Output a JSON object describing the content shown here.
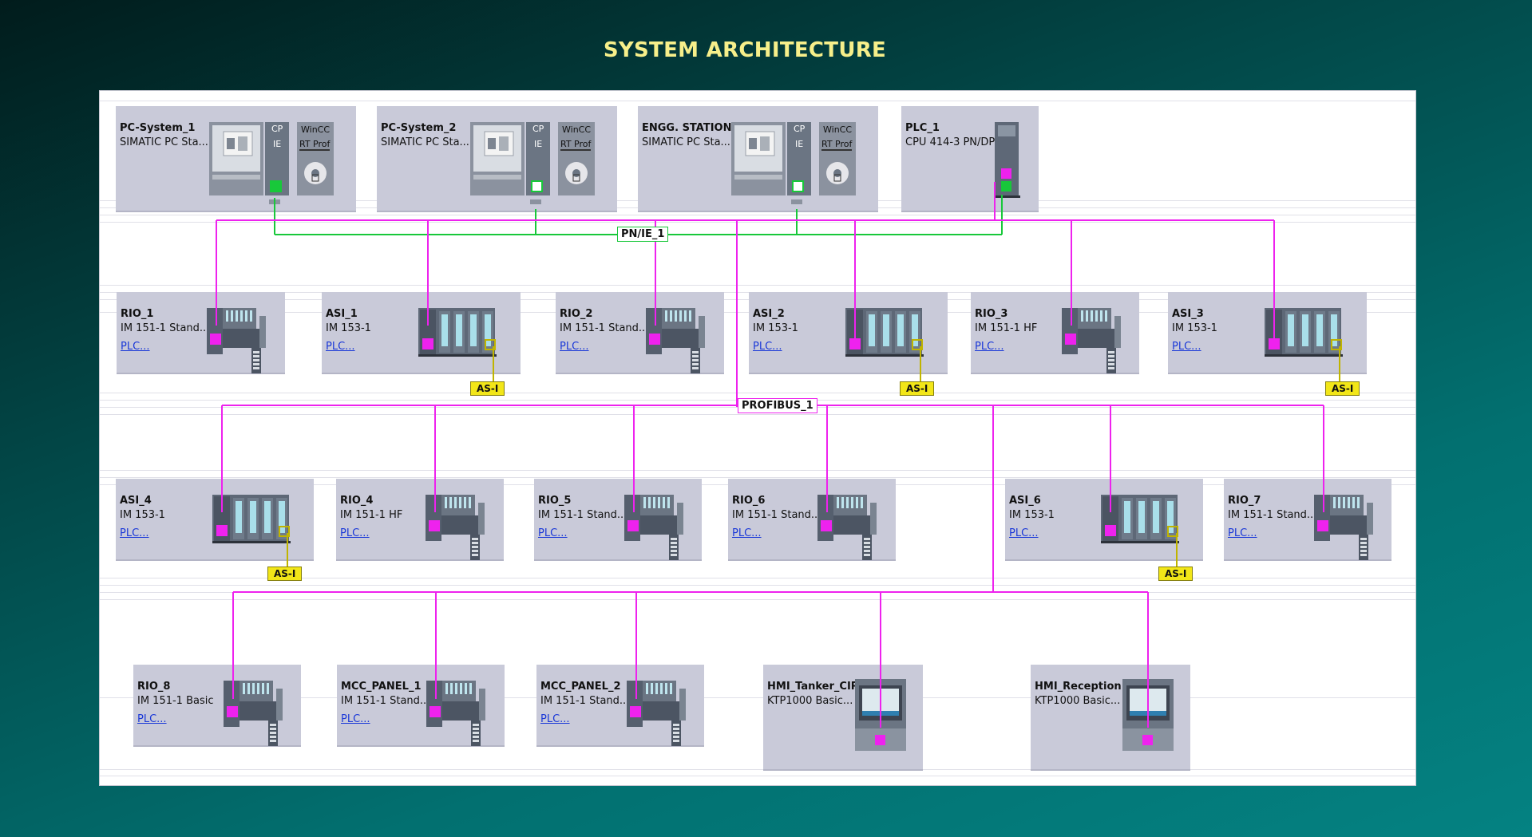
{
  "title": "SYSTEM ARCHITECTURE",
  "networks": {
    "profinet": "PN/IE_1",
    "profibus": "PROFIBUS_1"
  },
  "asi_label": "AS-I",
  "colors": {
    "profinet": "#18c83a",
    "profibus": "#ee22ee",
    "asi": "#c0b400",
    "box": "#c9cad9",
    "module": "#5e6877",
    "link": "#1a38d8"
  },
  "stations": [
    {
      "id": "pc1",
      "name": "PC-System_1",
      "type": "SIMATIC PC Sta...",
      "kind": "pc",
      "cp": "CP",
      "ie": "IE",
      "wincc": "WinCC",
      "rt": "RT Prof"
    },
    {
      "id": "pc2",
      "name": "PC-System_2",
      "type": "SIMATIC PC Sta...",
      "kind": "pc",
      "cp": "CP",
      "ie": "IE",
      "wincc": "WinCC",
      "rt": "RT Prof"
    },
    {
      "id": "engg",
      "name": "ENGG. STATION",
      "type": "SIMATIC PC Sta...",
      "kind": "pc",
      "cp": "CP",
      "ie": "IE",
      "wincc": "WinCC",
      "rt": "RT Prof"
    },
    {
      "id": "plc1",
      "name": "PLC_1",
      "type": "CPU 414-3 PN/DP",
      "kind": "plc"
    }
  ],
  "devices": [
    {
      "id": "rio1",
      "name": "RIO_1",
      "type": "IM 151-1 Stand...",
      "link": "PLC...",
      "kind": "rio"
    },
    {
      "id": "asi1",
      "name": "ASI_1",
      "type": "IM 153-1",
      "link": "PLC...",
      "kind": "asi"
    },
    {
      "id": "rio2",
      "name": "RIO_2",
      "type": "IM 151-1 Stand...",
      "link": "PLC...",
      "kind": "rio"
    },
    {
      "id": "asi2",
      "name": "ASI_2",
      "type": "IM 153-1",
      "link": "PLC...",
      "kind": "asi"
    },
    {
      "id": "rio3",
      "name": "RIO_3",
      "type": "IM 151-1 HF",
      "link": "PLC...",
      "kind": "rio"
    },
    {
      "id": "asi3",
      "name": "ASI_3",
      "type": "IM 153-1",
      "link": "PLC...",
      "kind": "asi"
    },
    {
      "id": "asi4",
      "name": "ASI_4",
      "type": "IM 153-1",
      "link": "PLC...",
      "kind": "asi"
    },
    {
      "id": "rio4",
      "name": "RIO_4",
      "type": "IM 151-1 HF",
      "link": "PLC...",
      "kind": "rio"
    },
    {
      "id": "rio5",
      "name": "RIO_5",
      "type": "IM 151-1 Stand...",
      "link": "PLC...",
      "kind": "rio"
    },
    {
      "id": "rio6",
      "name": "RIO_6",
      "type": "IM 151-1 Stand...",
      "link": "PLC...",
      "kind": "rio"
    },
    {
      "id": "asi6",
      "name": "ASI_6",
      "type": "IM 153-1",
      "link": "PLC...",
      "kind": "asi"
    },
    {
      "id": "rio7",
      "name": "RIO_7",
      "type": "IM 151-1 Stand...",
      "link": "PLC...",
      "kind": "rio"
    },
    {
      "id": "rio8",
      "name": "RIO_8",
      "type": "IM 151-1 Basic",
      "link": "PLC...",
      "kind": "rio"
    },
    {
      "id": "mcc1",
      "name": "MCC_PANEL_1",
      "type": "IM 151-1 Stand...",
      "link": "PLC...",
      "kind": "rio"
    },
    {
      "id": "mcc2",
      "name": "MCC_PANEL_2",
      "type": "IM 151-1 Stand...",
      "link": "PLC...",
      "kind": "rio"
    },
    {
      "id": "hmi1",
      "name": "HMI_Tanker_CIP",
      "type": "KTP1000 Basic...",
      "kind": "hmi"
    },
    {
      "id": "hmi2",
      "name": "HMI_Reception",
      "type": "KTP1000 Basic...",
      "kind": "hmi"
    }
  ]
}
